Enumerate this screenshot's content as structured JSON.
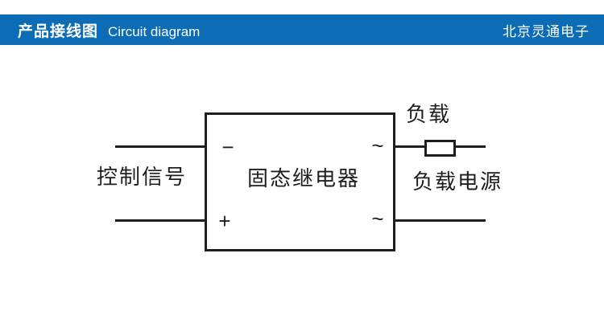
{
  "header": {
    "title_zh": "产品接线图",
    "title_en": "Circuit diagram",
    "company": "北京灵通电子",
    "bg_color": "#0d6cb6",
    "text_color": "#ffffff"
  },
  "diagram": {
    "relay_label": "固态继电器",
    "control_signal_label": "控制信号",
    "load_label": "负载",
    "load_power_label": "负载电源",
    "terminals": {
      "minus": "−",
      "plus": "+",
      "ac_top": "~",
      "ac_bottom": "~"
    },
    "line_color": "#211d1e"
  }
}
